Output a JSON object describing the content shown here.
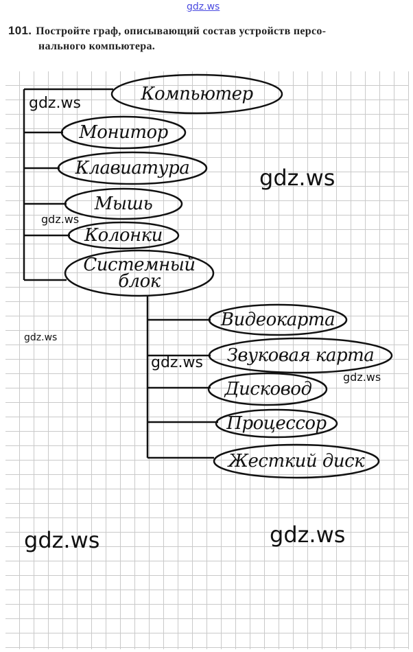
{
  "watermark_top": "gdz.ws",
  "task": {
    "number": "101.",
    "line1": "Постройте граф, описывающий состав устройств персо-",
    "line2": "нального компьютера."
  },
  "graph": {
    "root": "Компьютер",
    "children": [
      "Монитор",
      "Клавиатура",
      "Мышь",
      "Колонки"
    ],
    "system_unit": {
      "line1": "Системный",
      "line2": "блок"
    },
    "system_unit_children": [
      "Видеокарта",
      "Звуковая карта",
      "Дисковод",
      "Процессор",
      "Жесткий диск"
    ]
  },
  "watermarks": [
    "gdz.ws",
    "gdz.ws",
    "gdz.ws",
    "gdz.ws",
    "gdz.ws",
    "gdz.ws",
    "gdz.ws",
    "gdz.ws"
  ]
}
